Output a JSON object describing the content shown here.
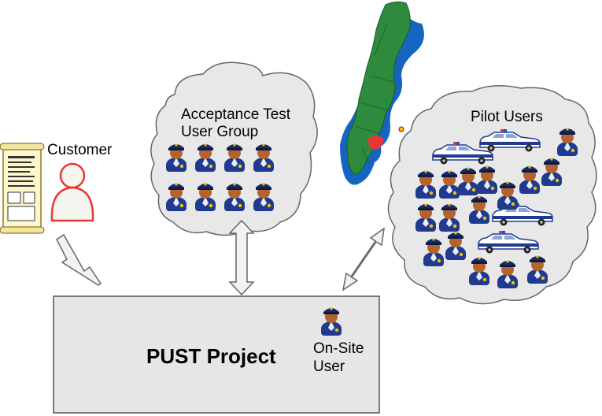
{
  "labels": {
    "customer": "Customer",
    "acceptance_line1": "Acceptance Test",
    "acceptance_line2": "User Group",
    "pilot_users": "Pilot Users",
    "project": "PUST Project",
    "onsite_line1": "On-Site",
    "onsite_line2": "User"
  },
  "icons": {
    "document": "document-icon",
    "customer": "customer-person-icon",
    "officer": "police-officer-icon",
    "police_car": "police-car-icon",
    "map": "sweden-map-icon"
  },
  "colors": {
    "cloud_fill": "#e8e8e8",
    "box_fill": "#e6e6e6",
    "uniform": "#1f3a8f",
    "skin": "#b5632d",
    "customer_outline": "#e53935",
    "map_land": "#2e8b3d",
    "map_water": "#1565c0",
    "map_highlight": "#e53935",
    "arrow_fill": "#f2f2f2"
  }
}
